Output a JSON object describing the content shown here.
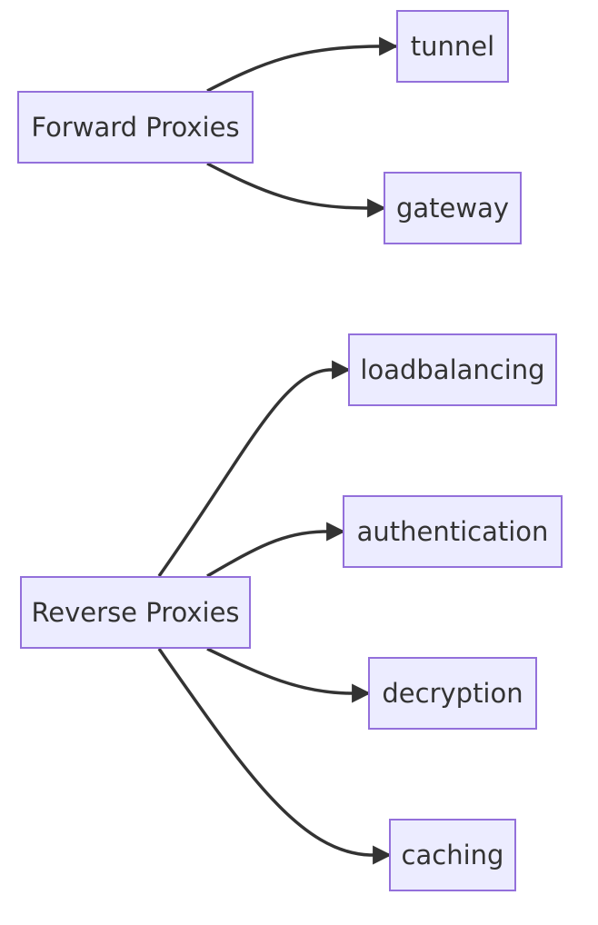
{
  "diagram": {
    "type": "flowchart",
    "direction": "left-to-right",
    "colors": {
      "node_fill": "#ececff",
      "node_border": "#9370db",
      "edge": "#333333",
      "text": "#333333"
    },
    "nodes": {
      "forward_proxies": "Forward Proxies",
      "tunnel": "tunnel",
      "gateway": "gateway",
      "reverse_proxies": "Reverse Proxies",
      "loadbalancing": "loadbalancing",
      "authentication": "authentication",
      "decryption": "decryption",
      "caching": "caching"
    },
    "edges": [
      {
        "from": "Forward Proxies",
        "to": "tunnel"
      },
      {
        "from": "Forward Proxies",
        "to": "gateway"
      },
      {
        "from": "Reverse Proxies",
        "to": "loadbalancing"
      },
      {
        "from": "Reverse Proxies",
        "to": "authentication"
      },
      {
        "from": "Reverse Proxies",
        "to": "decryption"
      },
      {
        "from": "Reverse Proxies",
        "to": "caching"
      }
    ]
  }
}
